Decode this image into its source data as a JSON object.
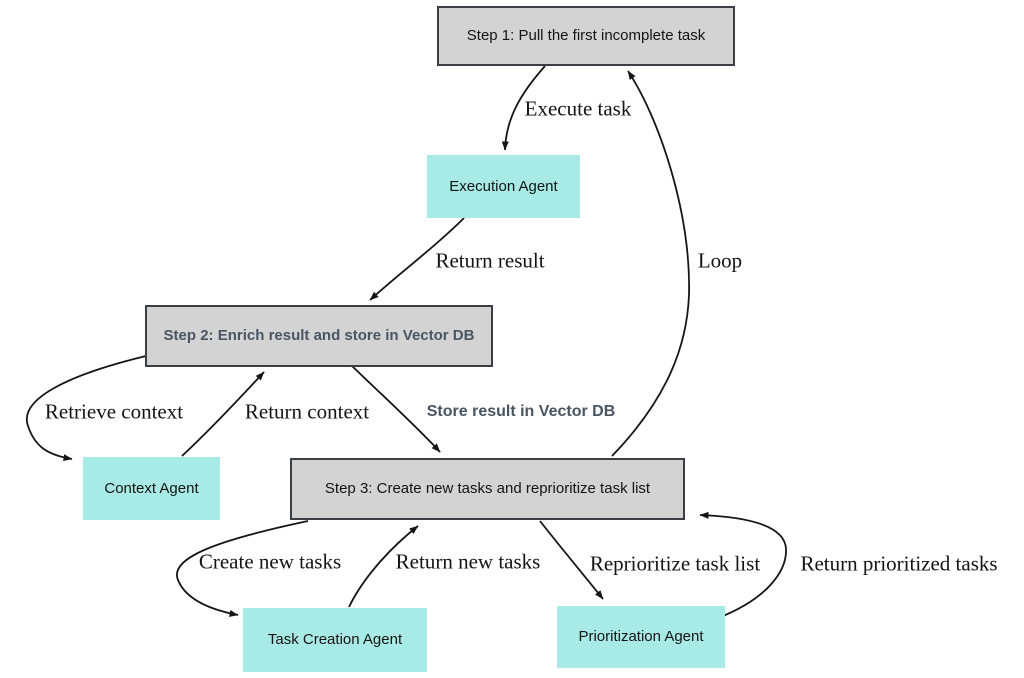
{
  "colors": {
    "background": "#ffffff",
    "step_fill": "#d3d3d3",
    "step_border": "#3a3e45",
    "agent_fill": "#a8eae5",
    "step2_text": "#4a5562",
    "text": "#141414",
    "arrow": "#151515"
  },
  "nodes": {
    "step1": {
      "label": "Step 1: Pull the first incomplete task"
    },
    "execution_agent": {
      "label": "Execution Agent"
    },
    "step2": {
      "label": "Step 2: Enrich result and store in Vector DB"
    },
    "context_agent": {
      "label": "Context Agent"
    },
    "step3": {
      "label": "Step 3: Create new tasks and reprioritize task list"
    },
    "task_creation_agent": {
      "label": "Task Creation Agent"
    },
    "prioritization_agent": {
      "label": "Prioritization Agent"
    }
  },
  "edges": {
    "execute_task": {
      "label": "Execute task",
      "from": "step1",
      "to": "execution_agent"
    },
    "return_result": {
      "label": "Return result",
      "from": "execution_agent",
      "to": "step2"
    },
    "retrieve_context": {
      "label": "Retrieve context",
      "from": "step2",
      "to": "context_agent"
    },
    "return_context": {
      "label": "Return context",
      "from": "context_agent",
      "to": "step2"
    },
    "store_result": {
      "label": "Store result in Vector DB",
      "from": "step2",
      "to": "step3"
    },
    "loop": {
      "label": "Loop",
      "from": "step3",
      "to": "step1"
    },
    "create_new_tasks": {
      "label": "Create new tasks",
      "from": "step3",
      "to": "task_creation_agent"
    },
    "return_new_tasks": {
      "label": "Return new tasks",
      "from": "task_creation_agent",
      "to": "step3"
    },
    "reprioritize_task_list": {
      "label": "Reprioritize task list",
      "from": "step3",
      "to": "prioritization_agent"
    },
    "return_prioritized_tasks": {
      "label": "Return prioritized tasks",
      "from": "prioritization_agent",
      "to": "step3"
    }
  }
}
